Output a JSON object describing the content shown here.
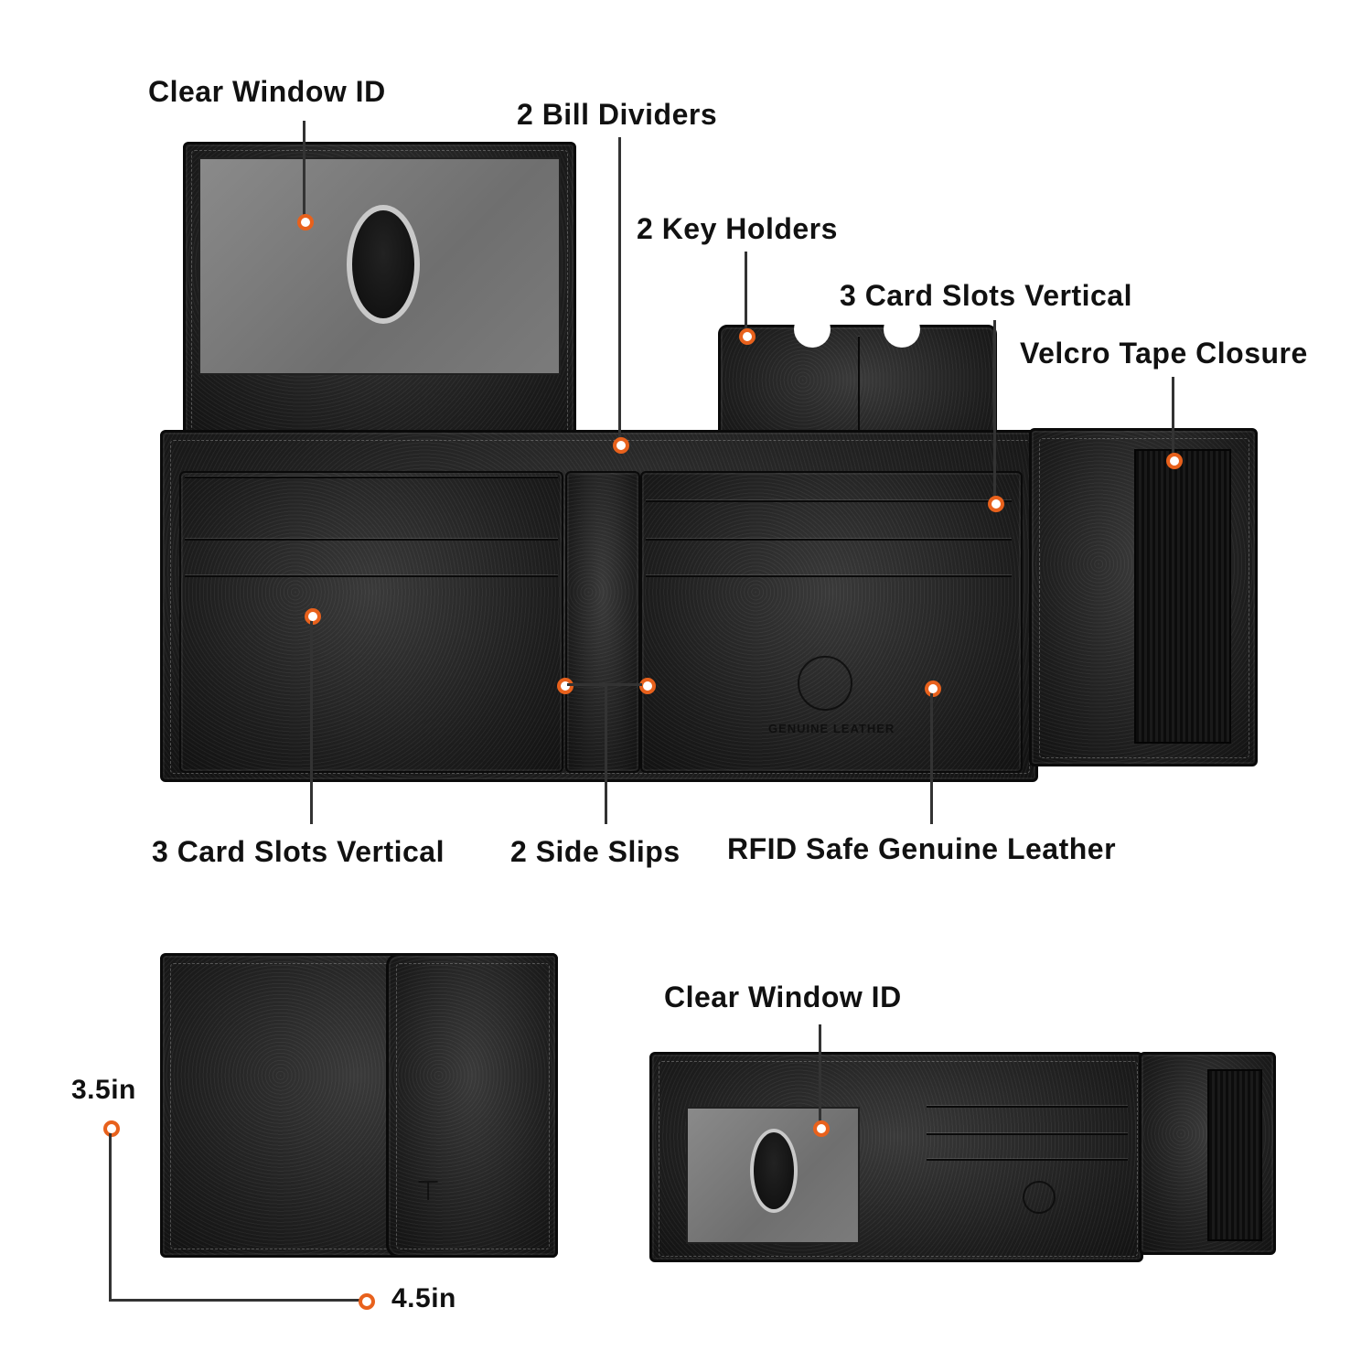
{
  "annotations": {
    "clear_window_id_top": "Clear Window ID",
    "bill_dividers": "2 Bill Dividers",
    "key_holders": "2 Key Holders",
    "card_slots_vertical_right": "3 Card Slots Vertical",
    "velcro_closure": "Velcro Tape Closure",
    "card_slots_vertical_left": "3 Card Slots Vertical",
    "side_slips": "2 Side Slips",
    "rfid_leather": "RFID Safe Genuine Leather",
    "clear_window_id_bottom": "Clear Window ID"
  },
  "dimensions": {
    "height": "3.5in",
    "width": "4.5in"
  },
  "emboss_text": "GENUINE LEATHER",
  "colors": {
    "accent": "#e8611c",
    "leader_line": "#333333",
    "leather": "#1c1c1c",
    "text": "#111111"
  }
}
